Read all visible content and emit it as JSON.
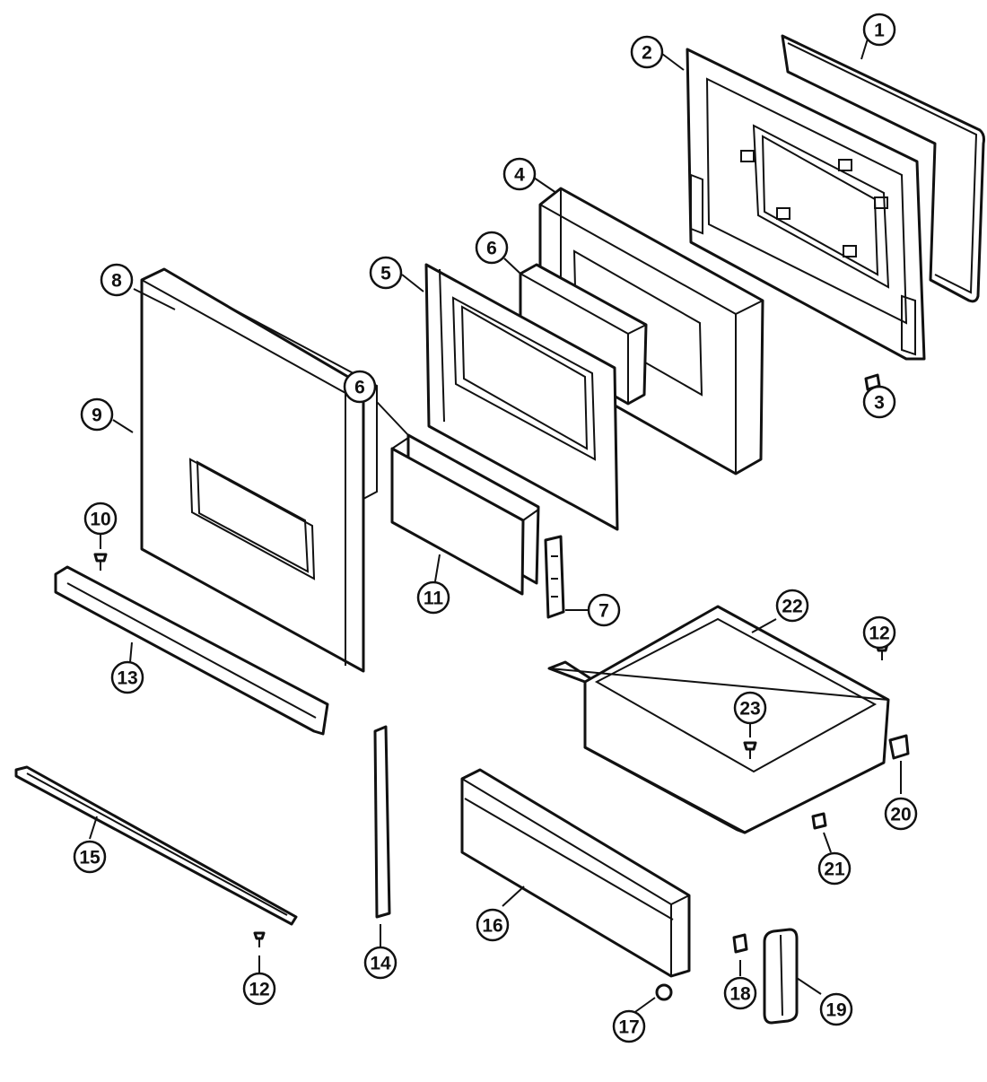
{
  "callouts": [
    {
      "id": "c1",
      "label": "1"
    },
    {
      "id": "c2",
      "label": "2"
    },
    {
      "id": "c3",
      "label": "3"
    },
    {
      "id": "c4",
      "label": "4"
    },
    {
      "id": "c5",
      "label": "5"
    },
    {
      "id": "c6a",
      "label": "6"
    },
    {
      "id": "c6b",
      "label": "6"
    },
    {
      "id": "c7",
      "label": "7"
    },
    {
      "id": "c8",
      "label": "8"
    },
    {
      "id": "c9",
      "label": "9"
    },
    {
      "id": "c10",
      "label": "10"
    },
    {
      "id": "c11",
      "label": "11"
    },
    {
      "id": "c12a",
      "label": "12"
    },
    {
      "id": "c12b",
      "label": "12"
    },
    {
      "id": "c13",
      "label": "13"
    },
    {
      "id": "c14",
      "label": "14"
    },
    {
      "id": "c15",
      "label": "15"
    },
    {
      "id": "c16",
      "label": "16"
    },
    {
      "id": "c17",
      "label": "17"
    },
    {
      "id": "c18",
      "label": "18"
    },
    {
      "id": "c19",
      "label": "19"
    },
    {
      "id": "c20",
      "label": "20"
    },
    {
      "id": "c21",
      "label": "21"
    },
    {
      "id": "c22",
      "label": "22"
    },
    {
      "id": "c23",
      "label": "23"
    }
  ]
}
